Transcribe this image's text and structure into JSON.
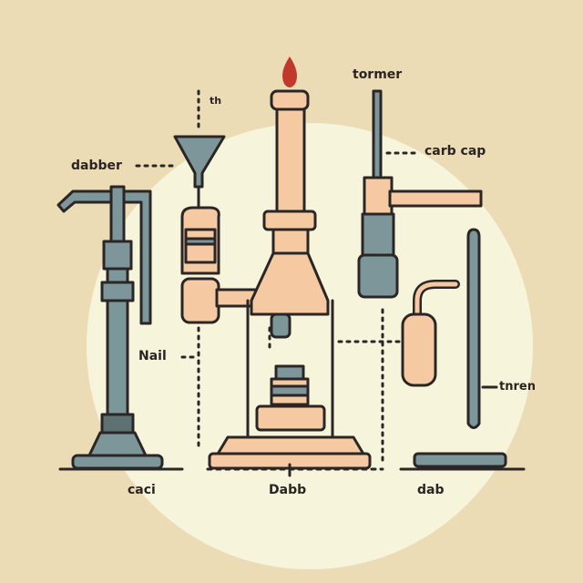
{
  "labels": {
    "top_small": "th",
    "tormer": "tormer",
    "carb_cap": "carb cap",
    "dabber": "dabber",
    "nail": "Nail",
    "caci": "caci",
    "dabb": "Dabb",
    "dab": "dab",
    "tnren": "tnren"
  },
  "colors": {
    "background": "#ecdcb6",
    "circle": "#f7f4dc",
    "peach": "#f5c9a2",
    "steel": "#7d9699",
    "outline": "#2b2626",
    "flame": "#c0392b"
  }
}
